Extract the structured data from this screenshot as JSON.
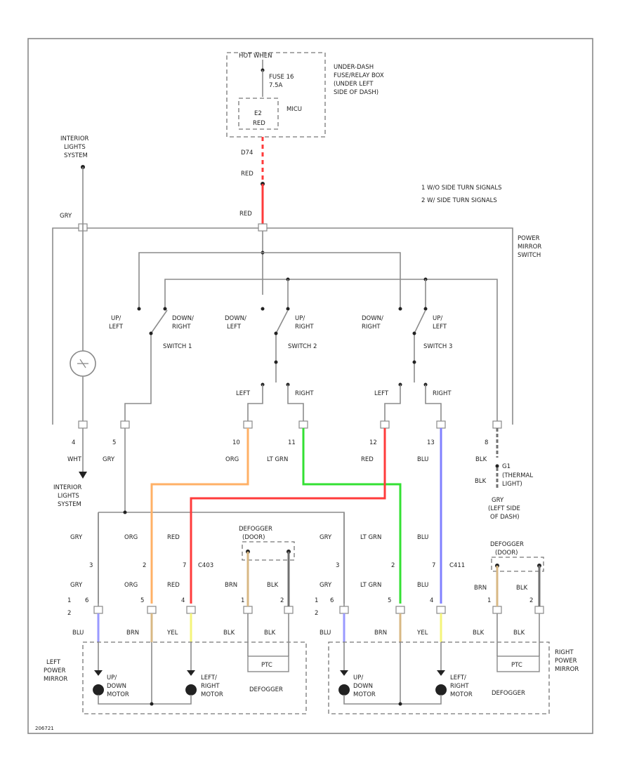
{
  "power_source": {
    "hot_when": "HOT WHEN",
    "fuse": "FUSE 16",
    "fuse_rating": "7.5A",
    "mich": "MICU",
    "connector": "E2",
    "wire_color": "RED"
  },
  "fuse_box_label": [
    "UNDER-DASH",
    "FUSE/RELAY BOX",
    "(UNDER LEFT",
    "SIDE OF DASH)"
  ],
  "top_wire": {
    "connector": "D74",
    "color": "RED"
  },
  "trunk_color": "RED",
  "interior_lights_top": [
    "INTERIOR",
    "LIGHTS",
    "SYSTEM"
  ],
  "gry_label": "GRY",
  "notes": [
    "1   W/O SIDE TURN SIGNALS",
    "2   W/ SIDE TURN SIGNALS"
  ],
  "switch_label": [
    "POWER",
    "MIRROR",
    "SWITCH"
  ],
  "switches": [
    {
      "name": "SWITCH 1",
      "left": [
        "UP/",
        "LEFT"
      ],
      "right": [
        "DOWN/",
        "RIGHT"
      ]
    },
    {
      "name": "SWITCH 2",
      "left": [
        "DOWN/",
        "LEFT"
      ],
      "right": [
        "UP/",
        "RIGHT"
      ]
    },
    {
      "name": "SWITCH 3",
      "left": [
        "DOWN/",
        "RIGHT"
      ],
      "right": [
        "UP/",
        "LEFT"
      ]
    }
  ],
  "left_right": [
    "LEFT",
    "RIGHT",
    "LEFT",
    "RIGHT"
  ],
  "pins": [
    {
      "pin": "4",
      "color": "WHT"
    },
    {
      "pin": "5",
      "color": "GRY"
    },
    {
      "pin": "10",
      "color": "ORG"
    },
    {
      "pin": "11",
      "color": "LT GRN"
    },
    {
      "pin": "12",
      "color": "RED"
    },
    {
      "pin": "13",
      "color": "BLU"
    },
    {
      "pin": "8",
      "color": "BLK"
    }
  ],
  "ground_block": {
    "top": "BLK",
    "ground": "G1",
    "label": [
      "(THERMAL",
      "LIGHT)"
    ],
    "bottom": "BLK"
  },
  "ground_loc": [
    "GRY",
    "(LEFT SIDE",
    "OF DASH)"
  ],
  "interior_lights_bottom": [
    "INTERIOR",
    "LIGHTS",
    "SYSTEM"
  ],
  "left_mirror": {
    "top_colors": [
      "GRY",
      "ORG",
      "RED"
    ],
    "conn": "C403",
    "pins": [
      "3",
      "2",
      "7"
    ],
    "mid_colors": [
      "GRY",
      "ORG",
      "RED"
    ],
    "bottom_pins": [
      "6",
      "5",
      "4",
      "1",
      "2"
    ],
    "bottom_colors": [
      "BLU",
      "BRN",
      "YEL",
      "BLK",
      "BLK"
    ],
    "defogger_top": [
      "DEFOGGER",
      "(DOOR)"
    ],
    "defogger_colors": [
      "BRN",
      "BLK"
    ],
    "name": [
      "LEFT",
      "POWER",
      "MIRROR"
    ],
    "motor1": [
      "UP/",
      "DOWN",
      "MOTOR"
    ],
    "motor2": [
      "LEFT/",
      "RIGHT",
      "MOTOR"
    ],
    "defogger": "DEFOGGER",
    "heater_label": "PTC"
  },
  "right_mirror": {
    "top_colors": [
      "GRY",
      "LT GRN",
      "BLU"
    ],
    "conn": "C411",
    "pins": [
      "3",
      "2",
      "7"
    ],
    "mid_colors": [
      "GRY",
      "LT GRN",
      "BLU"
    ],
    "bottom_pins": [
      "6",
      "5",
      "4",
      "1",
      "2"
    ],
    "bottom_colors": [
      "BLU",
      "BRN",
      "YEL",
      "BLK",
      "BLK"
    ],
    "defogger_top": [
      "DEFOGGER",
      "(DOOR)"
    ],
    "defogger_colors": [
      "BRN",
      "BLK"
    ],
    "name": [
      "RIGHT",
      "POWER",
      "MIRROR"
    ],
    "motor1": [
      "UP/",
      "DOWN",
      "MOTOR"
    ],
    "motor2": [
      "LEFT/",
      "RIGHT",
      "MOTOR"
    ],
    "defogger": "DEFOGGER",
    "heater_label": "PTC"
  },
  "note_pins": [
    "1",
    "2"
  ],
  "figure_id": "206721",
  "wire_colors": {
    "red": "#ff3b3b",
    "orange": "#ffb066",
    "green": "#33e033",
    "blue": "#8080ff",
    "yellow": "#f4f47a",
    "brown": "#d8b884",
    "black": "#707070",
    "blu_short": "#9a9aff"
  }
}
